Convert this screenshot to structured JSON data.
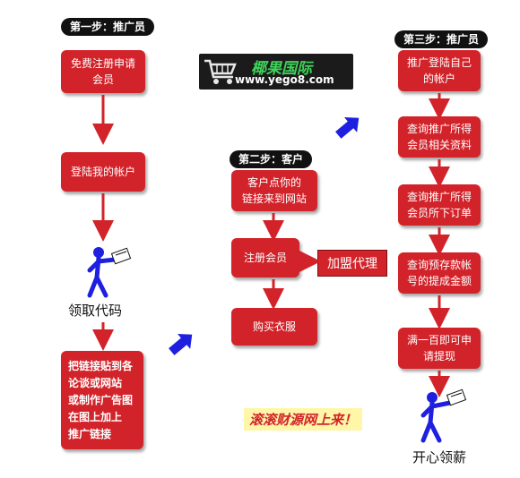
{
  "steps": {
    "step1": "第一步：推广员",
    "step2": "第二步：客户",
    "step3": "第三步：推广员"
  },
  "left": {
    "box1": [
      "免费注册申请",
      "会员"
    ],
    "box2": "登陆我的帐户",
    "figure_label": "领取代码",
    "box3": [
      "把链接贴到各",
      "论谈或网站",
      "或制作广告图",
      "在图上加上",
      "推广链接"
    ]
  },
  "middle": {
    "box1": [
      "客户点你的",
      "链接来到网站"
    ],
    "box2": "注册会员",
    "side_box": "加盟代理",
    "box3": "购买衣服"
  },
  "right": {
    "box1": [
      "推广登陆自己",
      "的帐户"
    ],
    "box2": [
      "查询推广所得",
      "会员相关资料"
    ],
    "box3": [
      "查询推广所得",
      "会员所下订单"
    ],
    "box4": [
      "查询预存款帐",
      "号的提成金额"
    ],
    "box5": [
      "满一百即可申",
      "请提现"
    ],
    "figure_label": "开心领薪"
  },
  "logo": {
    "name": "椰果国际",
    "url": "www.yego8.com"
  },
  "banner": "滚滚财源网上来！",
  "colors": {
    "box_red": "#d2232a",
    "arrow_blue": "#1f1fe0",
    "pill_black": "#111111"
  }
}
